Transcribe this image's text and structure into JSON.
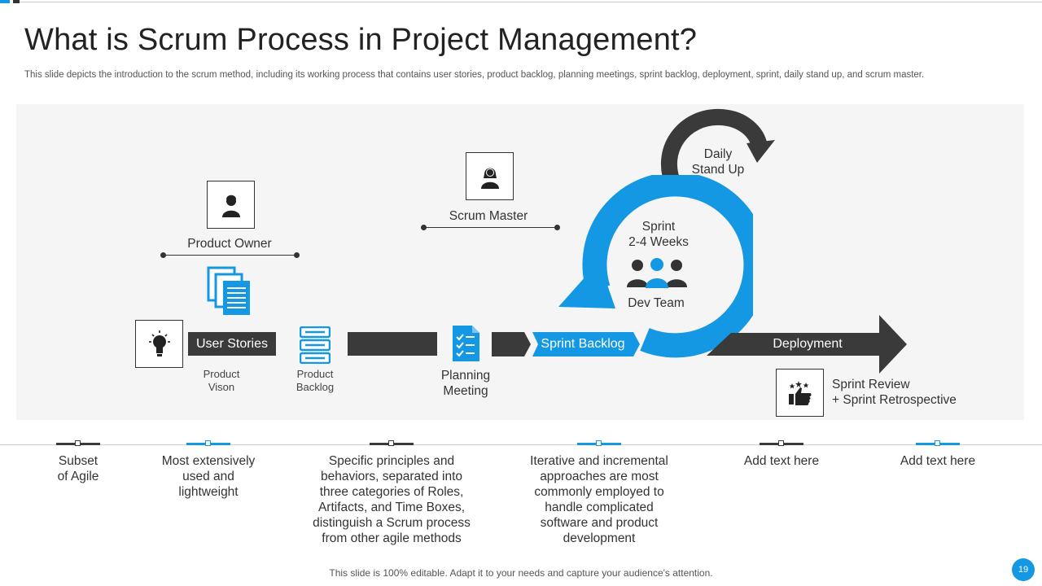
{
  "slide": {
    "title": "What is Scrum Process in Project Management?",
    "subtitle": "This slide depicts the introduction to the scrum method, including its working process that contains user stories, product backlog, planning meetings, sprint backlog, deployment, sprint, daily stand up, and scrum master.",
    "footer": "This slide is 100% editable. Adapt it to your needs and capture your audience's attention.",
    "page_number": "19"
  },
  "diagram": {
    "product_owner": "Product Owner",
    "scrum_master": "Scrum Master",
    "daily_line1": "Daily",
    "daily_line2": "Stand Up",
    "sprint_line1": "Sprint",
    "sprint_line2": "2-4 Weeks",
    "dev_team": "Dev Team",
    "user_stories": "User Stories",
    "product_vison_1": "Product",
    "product_vison_2": "Vison",
    "product_backlog_1": "Product",
    "product_backlog_2": "Backlog",
    "planning_1": "Planning",
    "planning_2": "Meeting",
    "sprint_backlog": "Sprint Backlog",
    "deployment": "Deployment",
    "review_1": "Sprint Review",
    "review_2": "+ Sprint Retrospective"
  },
  "features": [
    {
      "lines": [
        "Subset",
        "of Agile"
      ],
      "accent": "dark"
    },
    {
      "lines": [
        "Most extensively",
        "used and",
        "lightweight"
      ],
      "accent": "blue"
    },
    {
      "lines": [
        "Specific principles and",
        "behaviors, separated into",
        "three categories of Roles,",
        "Artifacts, and Time Boxes,",
        "distinguish a Scrum process",
        "from other agile methods"
      ],
      "accent": "dark"
    },
    {
      "lines": [
        "Iterative and incremental",
        "approaches are most",
        "commonly employed to",
        "handle complicated",
        "software and product",
        "development"
      ],
      "accent": "blue"
    },
    {
      "lines": [
        "Add text here"
      ],
      "accent": "dark"
    },
    {
      "lines": [
        "Add text here"
      ],
      "accent": "blue"
    }
  ],
  "colors": {
    "accent_blue": "#1598e3",
    "dark": "#3a3a3a",
    "panel": "#f5f5f5"
  }
}
